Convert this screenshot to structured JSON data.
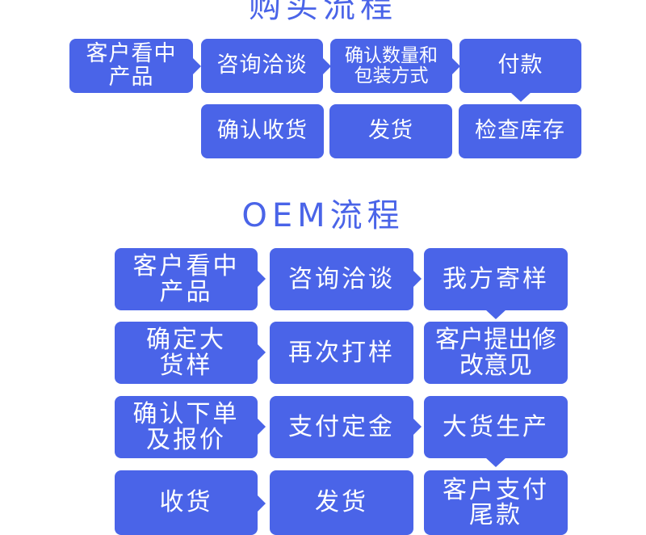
{
  "purchase_flow": {
    "title": "购买流程",
    "steps": [
      {
        "label": "客户看中\n产品"
      },
      {
        "label": "咨询洽谈"
      },
      {
        "label": "确认数量和\n包装方式"
      },
      {
        "label": "付款"
      },
      {
        "label": "检查库存"
      },
      {
        "label": "发货"
      },
      {
        "label": "确认收货"
      }
    ]
  },
  "oem_flow": {
    "title": "OEM流程",
    "steps": [
      {
        "label": "客户看中\n产品"
      },
      {
        "label": "咨询洽谈"
      },
      {
        "label": "我方寄样"
      },
      {
        "label": "客户提出修\n改意见"
      },
      {
        "label": "再次打样"
      },
      {
        "label": "确定大\n货样"
      },
      {
        "label": "确认下单\n及报价"
      },
      {
        "label": "支付定金"
      },
      {
        "label": "大货生产"
      },
      {
        "label": "客户支付\n尾款"
      },
      {
        "label": "发货"
      },
      {
        "label": "收货"
      }
    ]
  },
  "colors": {
    "box": "#4a64e8",
    "text": "#ffffff",
    "title": "#4a64e8"
  }
}
